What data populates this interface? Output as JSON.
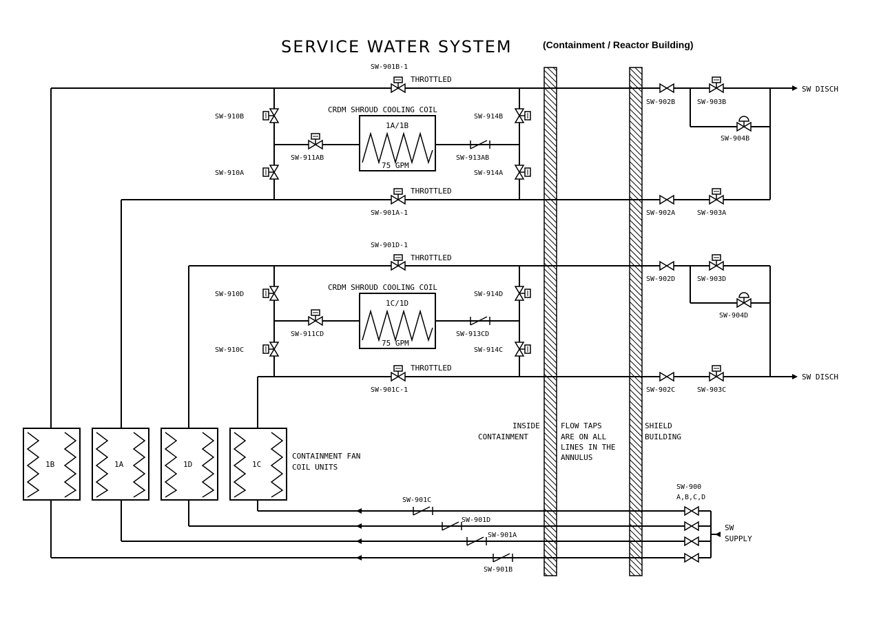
{
  "title": "SERVICE WATER SYSTEM",
  "subtitle": "(Containment / Reactor Building)",
  "notes": {
    "inside_containment": [
      "INSIDE",
      "CONTAINMENT"
    ],
    "flow_taps": [
      "FLOW TAPS",
      "ARE ON ALL",
      "LINES IN THE",
      "ANNULUS"
    ],
    "shield_building": [
      "SHIELD",
      "BUILDING"
    ],
    "fan_units": [
      "CONTAINMENT FAN",
      "COIL UNITS"
    ],
    "sw_supply": [
      "SW",
      "SUPPLY"
    ],
    "sw900": [
      "SW-900",
      "A,B,C,D"
    ]
  },
  "coils": {
    "top": {
      "header": "CRDM SHROUD COOLING COIL",
      "name": "1A/1B",
      "flow": "75 GPM"
    },
    "bottom": {
      "header": "CRDM SHROUD COOLING COIL",
      "name": "1C/1D",
      "flow": "75 GPM"
    }
  },
  "fan_units": [
    "1B",
    "1A",
    "1D",
    "1C"
  ],
  "discharge": [
    "SW DISCH",
    "SW DISCH"
  ],
  "throttled": [
    "THROTTLED",
    "THROTTLED",
    "THROTTLED",
    "THROTTLED"
  ],
  "valves": {
    "sw901b1": "SW-901B-1",
    "sw901a1": "SW-901A-1",
    "sw901d1": "SW-901D-1",
    "sw901c1": "SW-901C-1",
    "sw910b": "SW-910B",
    "sw910a": "SW-910A",
    "sw910d": "SW-910D",
    "sw910c": "SW-910C",
    "sw911ab": "SW-911AB",
    "sw911cd": "SW-911CD",
    "sw913ab": "SW-913AB",
    "sw913cd": "SW-913CD",
    "sw914b": "SW-914B",
    "sw914a": "SW-914A",
    "sw914d": "SW-914D",
    "sw914c": "SW-914C",
    "sw902b": "SW-902B",
    "sw903b": "SW-903B",
    "sw904b": "SW-904B",
    "sw902a": "SW-902A",
    "sw903a": "SW-903A",
    "sw902d": "SW-902D",
    "sw903d": "SW-903D",
    "sw904d": "SW-904D",
    "sw902c": "SW-902C",
    "sw903c": "SW-903C",
    "sw901c": "SW-901C",
    "sw901d": "SW-901D",
    "sw901a": "SW-901A",
    "sw901b": "SW-901B"
  }
}
